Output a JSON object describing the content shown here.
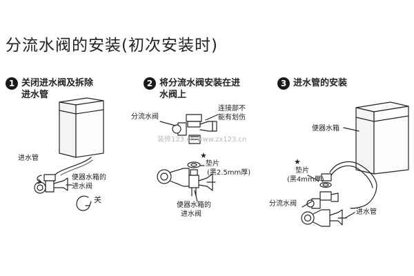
{
  "title": "分流水阀的安装(初次安装时)",
  "steps": [
    {
      "number": "1",
      "line1": "关闭进水阀及拆除",
      "line2": "进水管"
    },
    {
      "number": "2",
      "line1": "将分流水阀安装在进",
      "line2": "水阀上"
    },
    {
      "number": "3",
      "line1": "进水管的安装",
      "line2": ""
    }
  ],
  "step1_labels": {
    "inlet_pipe": "进水管",
    "tank_valve_line1": "便器水箱的",
    "tank_valve_line2": "进水阀",
    "close": "关"
  },
  "step2_labels": {
    "diverter_valve": "分流水阀",
    "connector_line1": "连接部不",
    "connector_line2": "能有划伤",
    "star": "★",
    "gasket": "垫片",
    "gasket_spec": "(黑2.5mm厚)",
    "tank_valve_line1": "便器水箱的",
    "tank_valve_line2": "进水阀"
  },
  "step3_labels": {
    "toilet_tank": "便器水箱",
    "star": "★",
    "gasket": "垫片",
    "gasket_spec": "(黑4mm厚)",
    "diverter_valve": "分流水阀",
    "inlet_pipe": "进水管"
  },
  "watermark": "装修123.cn  www.zx123.cn",
  "icons": [
    "close-rotate-arrow-icon",
    "open-rotate-arrow-icon"
  ]
}
